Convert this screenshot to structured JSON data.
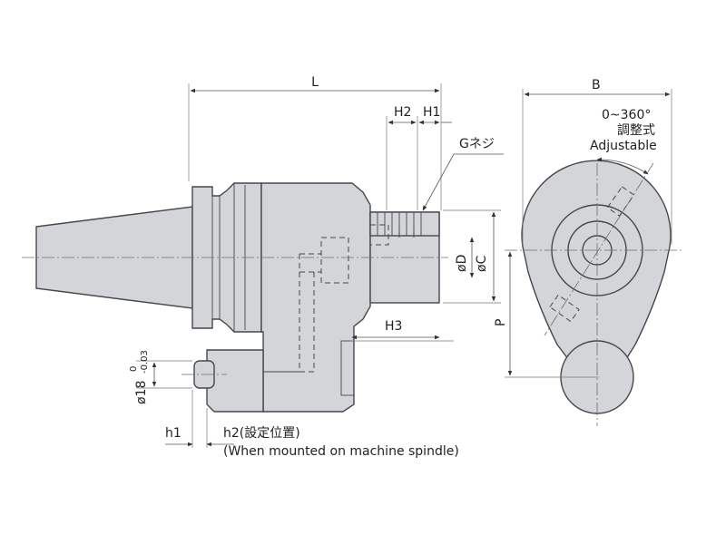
{
  "labels": {
    "L": "L",
    "B": "B",
    "H2": "H2",
    "H1": "H1",
    "thread": "Gネジ",
    "angle_range": "0~360°",
    "adjustable_jp": "調整式",
    "adjustable_en": "Adjustable",
    "phiD": "øD",
    "phiC": "øC",
    "P": "P",
    "H3": "H3",
    "phi18": "ø18",
    "phi18_tol_upper": "0",
    "phi18_tol_lower": "-0.03",
    "h1": "h1",
    "h2_set": "h2(設定位置)",
    "mounted_note": "(When mounted on machine spindle)"
  }
}
